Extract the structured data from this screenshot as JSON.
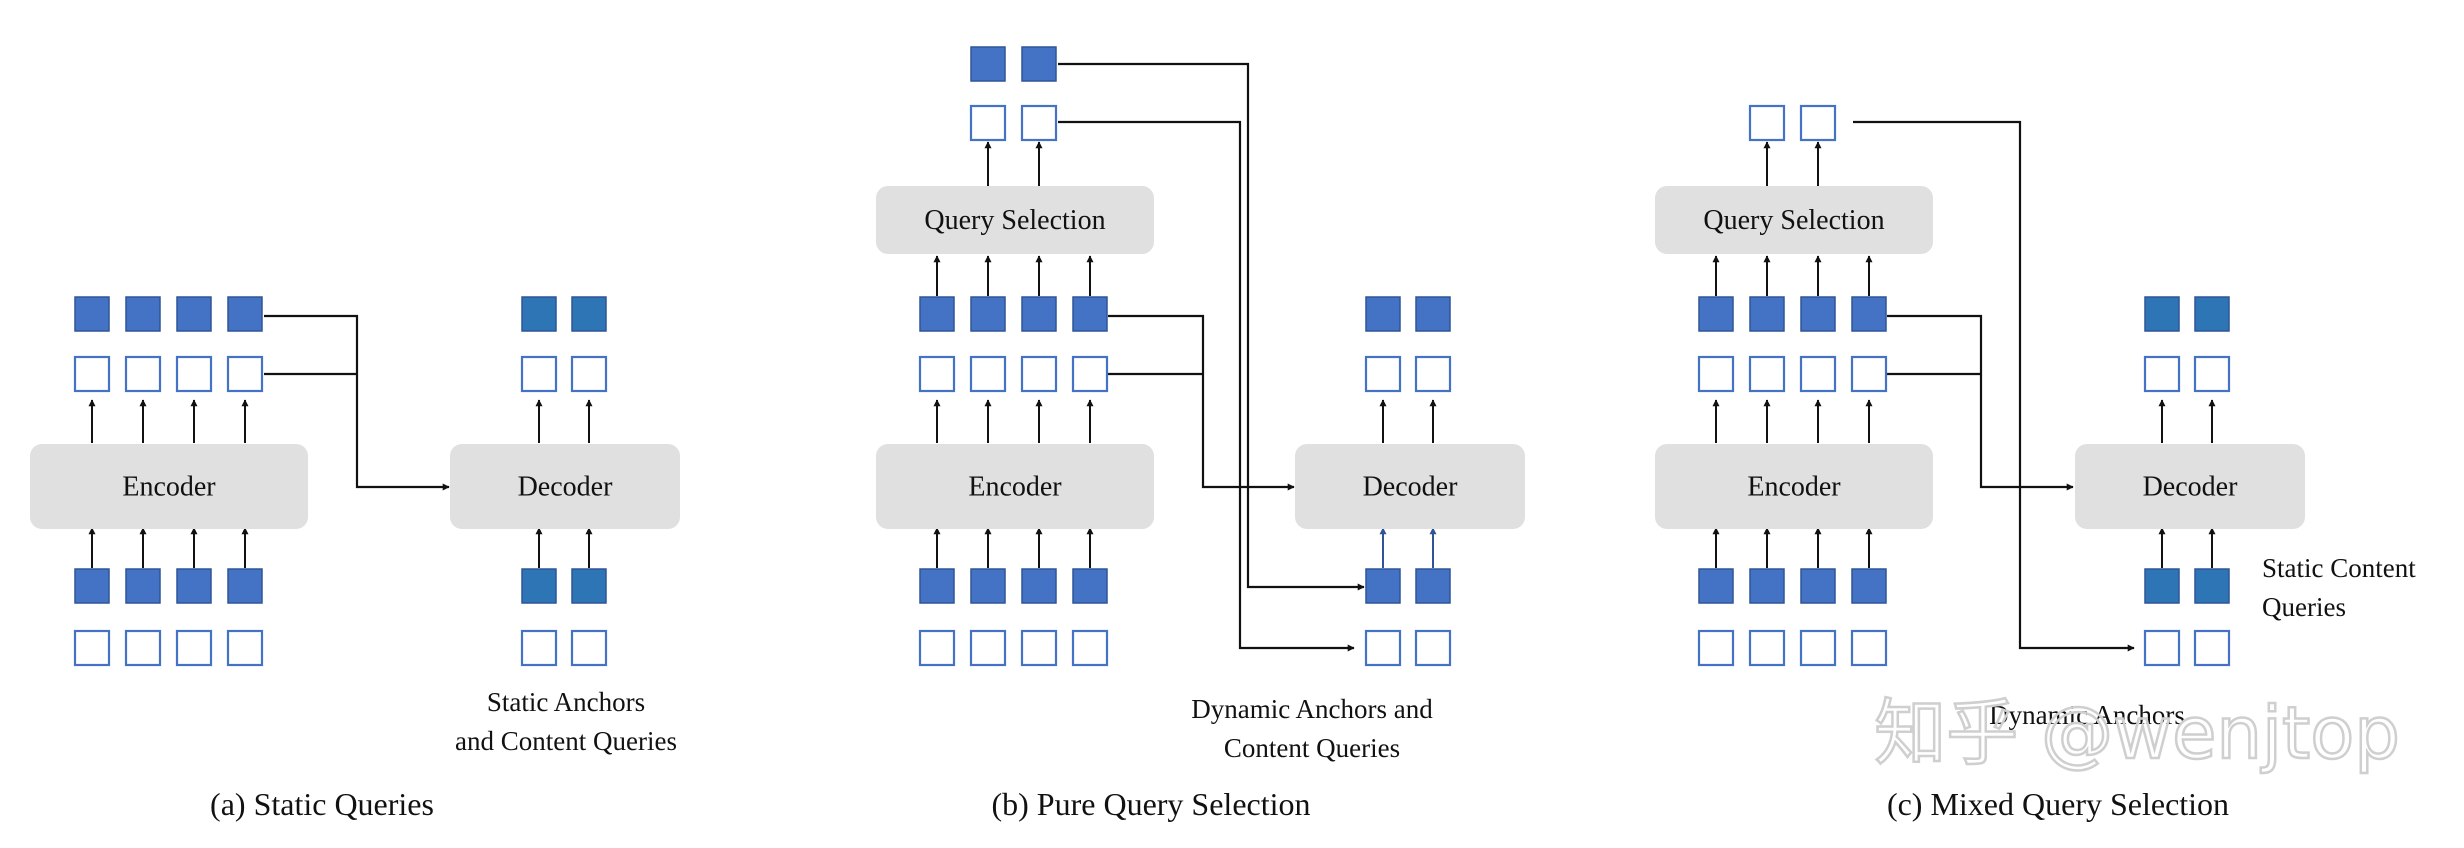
{
  "colors": {
    "filled": "#4472c4",
    "filled_dark": "#2e75b6",
    "outline": "#4472c4",
    "module_bg": "#e0e0e0",
    "line": "#111111",
    "arrow_blue": "#2f5597",
    "watermark": "#cfcfcf"
  },
  "panels": [
    {
      "id": "a",
      "caption": "(a) Static Queries",
      "encoder_label": "Encoder",
      "decoder_label": "Decoder",
      "note_lines": [
        "Static Anchors",
        "and Content Queries"
      ]
    },
    {
      "id": "b",
      "caption": "(b) Pure Query Selection",
      "encoder_label": "Encoder",
      "decoder_label": "Decoder",
      "selection_label": "Query Selection",
      "note_lines": [
        "Dynamic Anchors and",
        "Content Queries"
      ]
    },
    {
      "id": "c",
      "caption": "(c) Mixed Query Selection",
      "encoder_label": "Encoder",
      "decoder_label": "Decoder",
      "selection_label": "Query Selection",
      "note_lines": [
        "Dynamic Anchors"
      ],
      "side_note_lines": [
        "Static Content",
        "Queries"
      ]
    }
  ],
  "watermark": "知乎 @wenjtop"
}
